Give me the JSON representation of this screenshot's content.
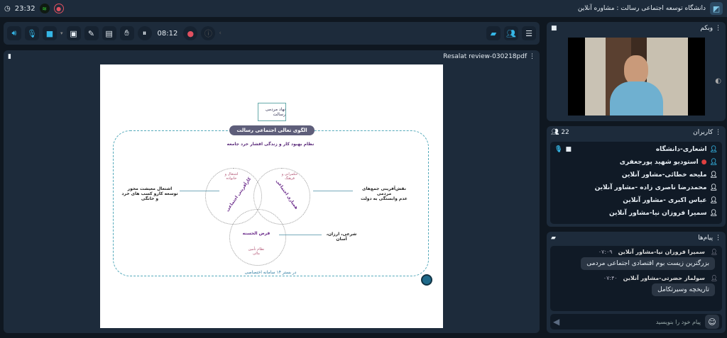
{
  "topbar": {
    "title": "دانشگاه توسعه اجتماعی رسالت : مشاوره آنلاین",
    "clock": "23:32"
  },
  "toolbar": {
    "timer": "08:12"
  },
  "presentation": {
    "filename": "Resalat review-030218pdf",
    "slide": {
      "logo_text": "نهاد مردمی رسالت",
      "banner": "الگوی تعالی اجتماعی رسالت",
      "subtitle": "نظام بهبود کار و زندگی اقشار خرد جامعه",
      "circle_left_small": "اشتغال و خانواده",
      "circle_left_main": "کارآفرینی اجتماعی",
      "circle_right_small": "حکمرانی و فرهنگ",
      "circle_right_main": "همیاری اجتماعی",
      "circle_bottom_main": "قرض الحسنه",
      "circle_bottom_small": "نظام تأمین مالی",
      "left_note_1": "اشتغال معیشت محور",
      "left_note_2": "توسعه کارو کسب های خرد و خانگی",
      "right_note_1": "نقش‌آفرینی جمع‌های مردمی",
      "right_note_2": "عدم وابستگی به دولت",
      "bottom_note": "شرعی، ارزان، آسان",
      "footer": "در بستر ۱۴ سامانه اختصاصی"
    }
  },
  "webcam": {
    "title": "وبکم"
  },
  "users": {
    "title": "کاربران",
    "count": "22",
    "list": [
      {
        "name": "اشعاری-دانشگاه"
      },
      {
        "name": "استودیو شهید پورجعفری"
      },
      {
        "name": "ملیحه خطائی-مشاور آنلاین"
      },
      {
        "name": "محمدرضا ناصری زاده -مشاور آنلاین"
      },
      {
        "name": "عباس اکبری -مشاور آنلاین"
      },
      {
        "name": "سمیرا فروزان نیا-مشاور آنلاین"
      }
    ]
  },
  "chat": {
    "title": "پیام‌ها",
    "messages": [
      {
        "sender": "سمیرا فروزان نیا-مشاور آنلاین",
        "time": "۰۷:۰۹",
        "text": "بزرگترین زیست بوم اقتصادی اجتماعی مردمی"
      },
      {
        "sender": "سولماز حضرتی-مشاور آنلاین",
        "time": "۰۷:۴۰",
        "text": "تاریخچه وسیرتکامل"
      }
    ],
    "placeholder": "پیام خود را بنویسید"
  },
  "colors": {
    "accent": "#35b6e6",
    "record": "#e05060",
    "panel": "#1d2b3b"
  }
}
